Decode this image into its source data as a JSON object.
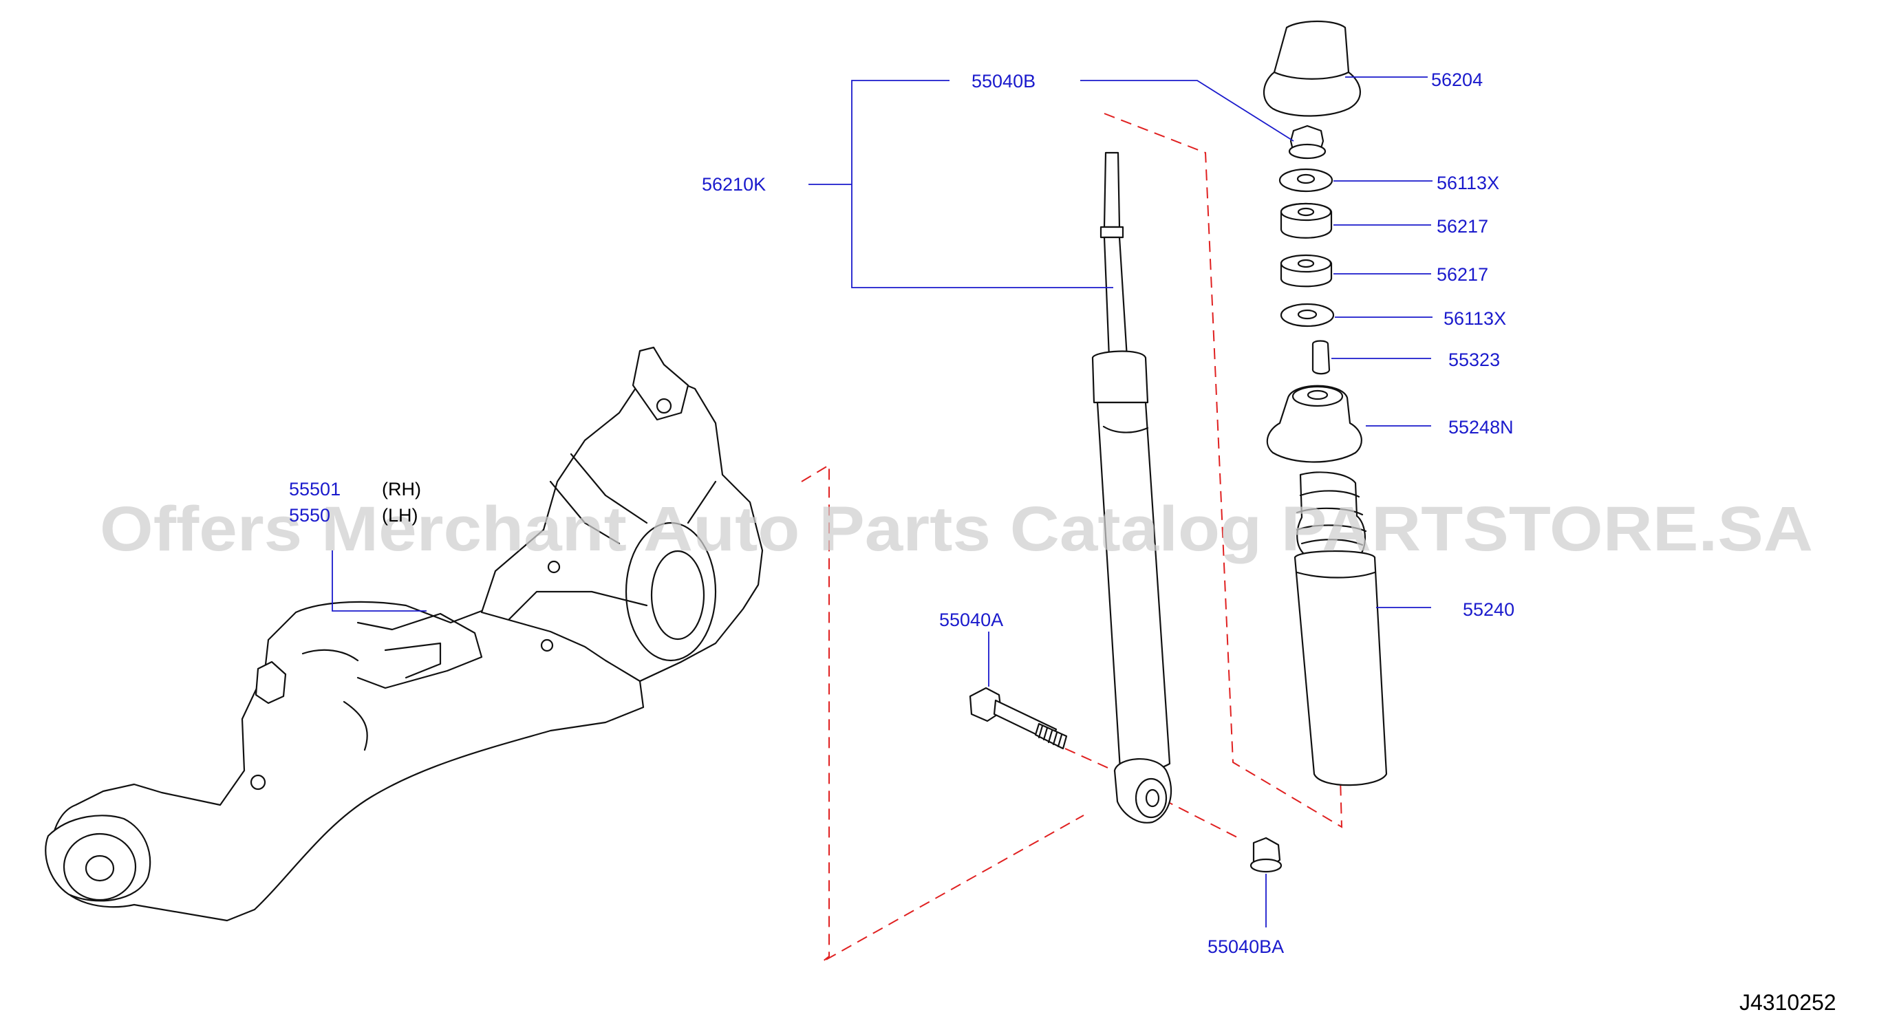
{
  "watermark": "Offers Merchant Auto Parts Catalog PARTSTORE.SA",
  "diagram_id": "J4310252",
  "labels": {
    "p55040B": "55040B",
    "p56210K": "56210K",
    "p56204": "56204",
    "p56113X_top": "56113X",
    "p56217_top": "56217",
    "p56217_bottom": "56217",
    "p56113X_bottom": "56113X",
    "p55323": "55323",
    "p55248N": "55248N",
    "p55240": "55240",
    "p55040A": "55040A",
    "p55040BA": "55040BA",
    "p55501": "55501",
    "p55502": "5550",
    "rh": "(RH)",
    "lh": "(LH)"
  },
  "colors": {
    "label": "#1a1acc",
    "dashed": "#e02020",
    "outline": "#111111",
    "watermark": "#cfcfcf"
  }
}
